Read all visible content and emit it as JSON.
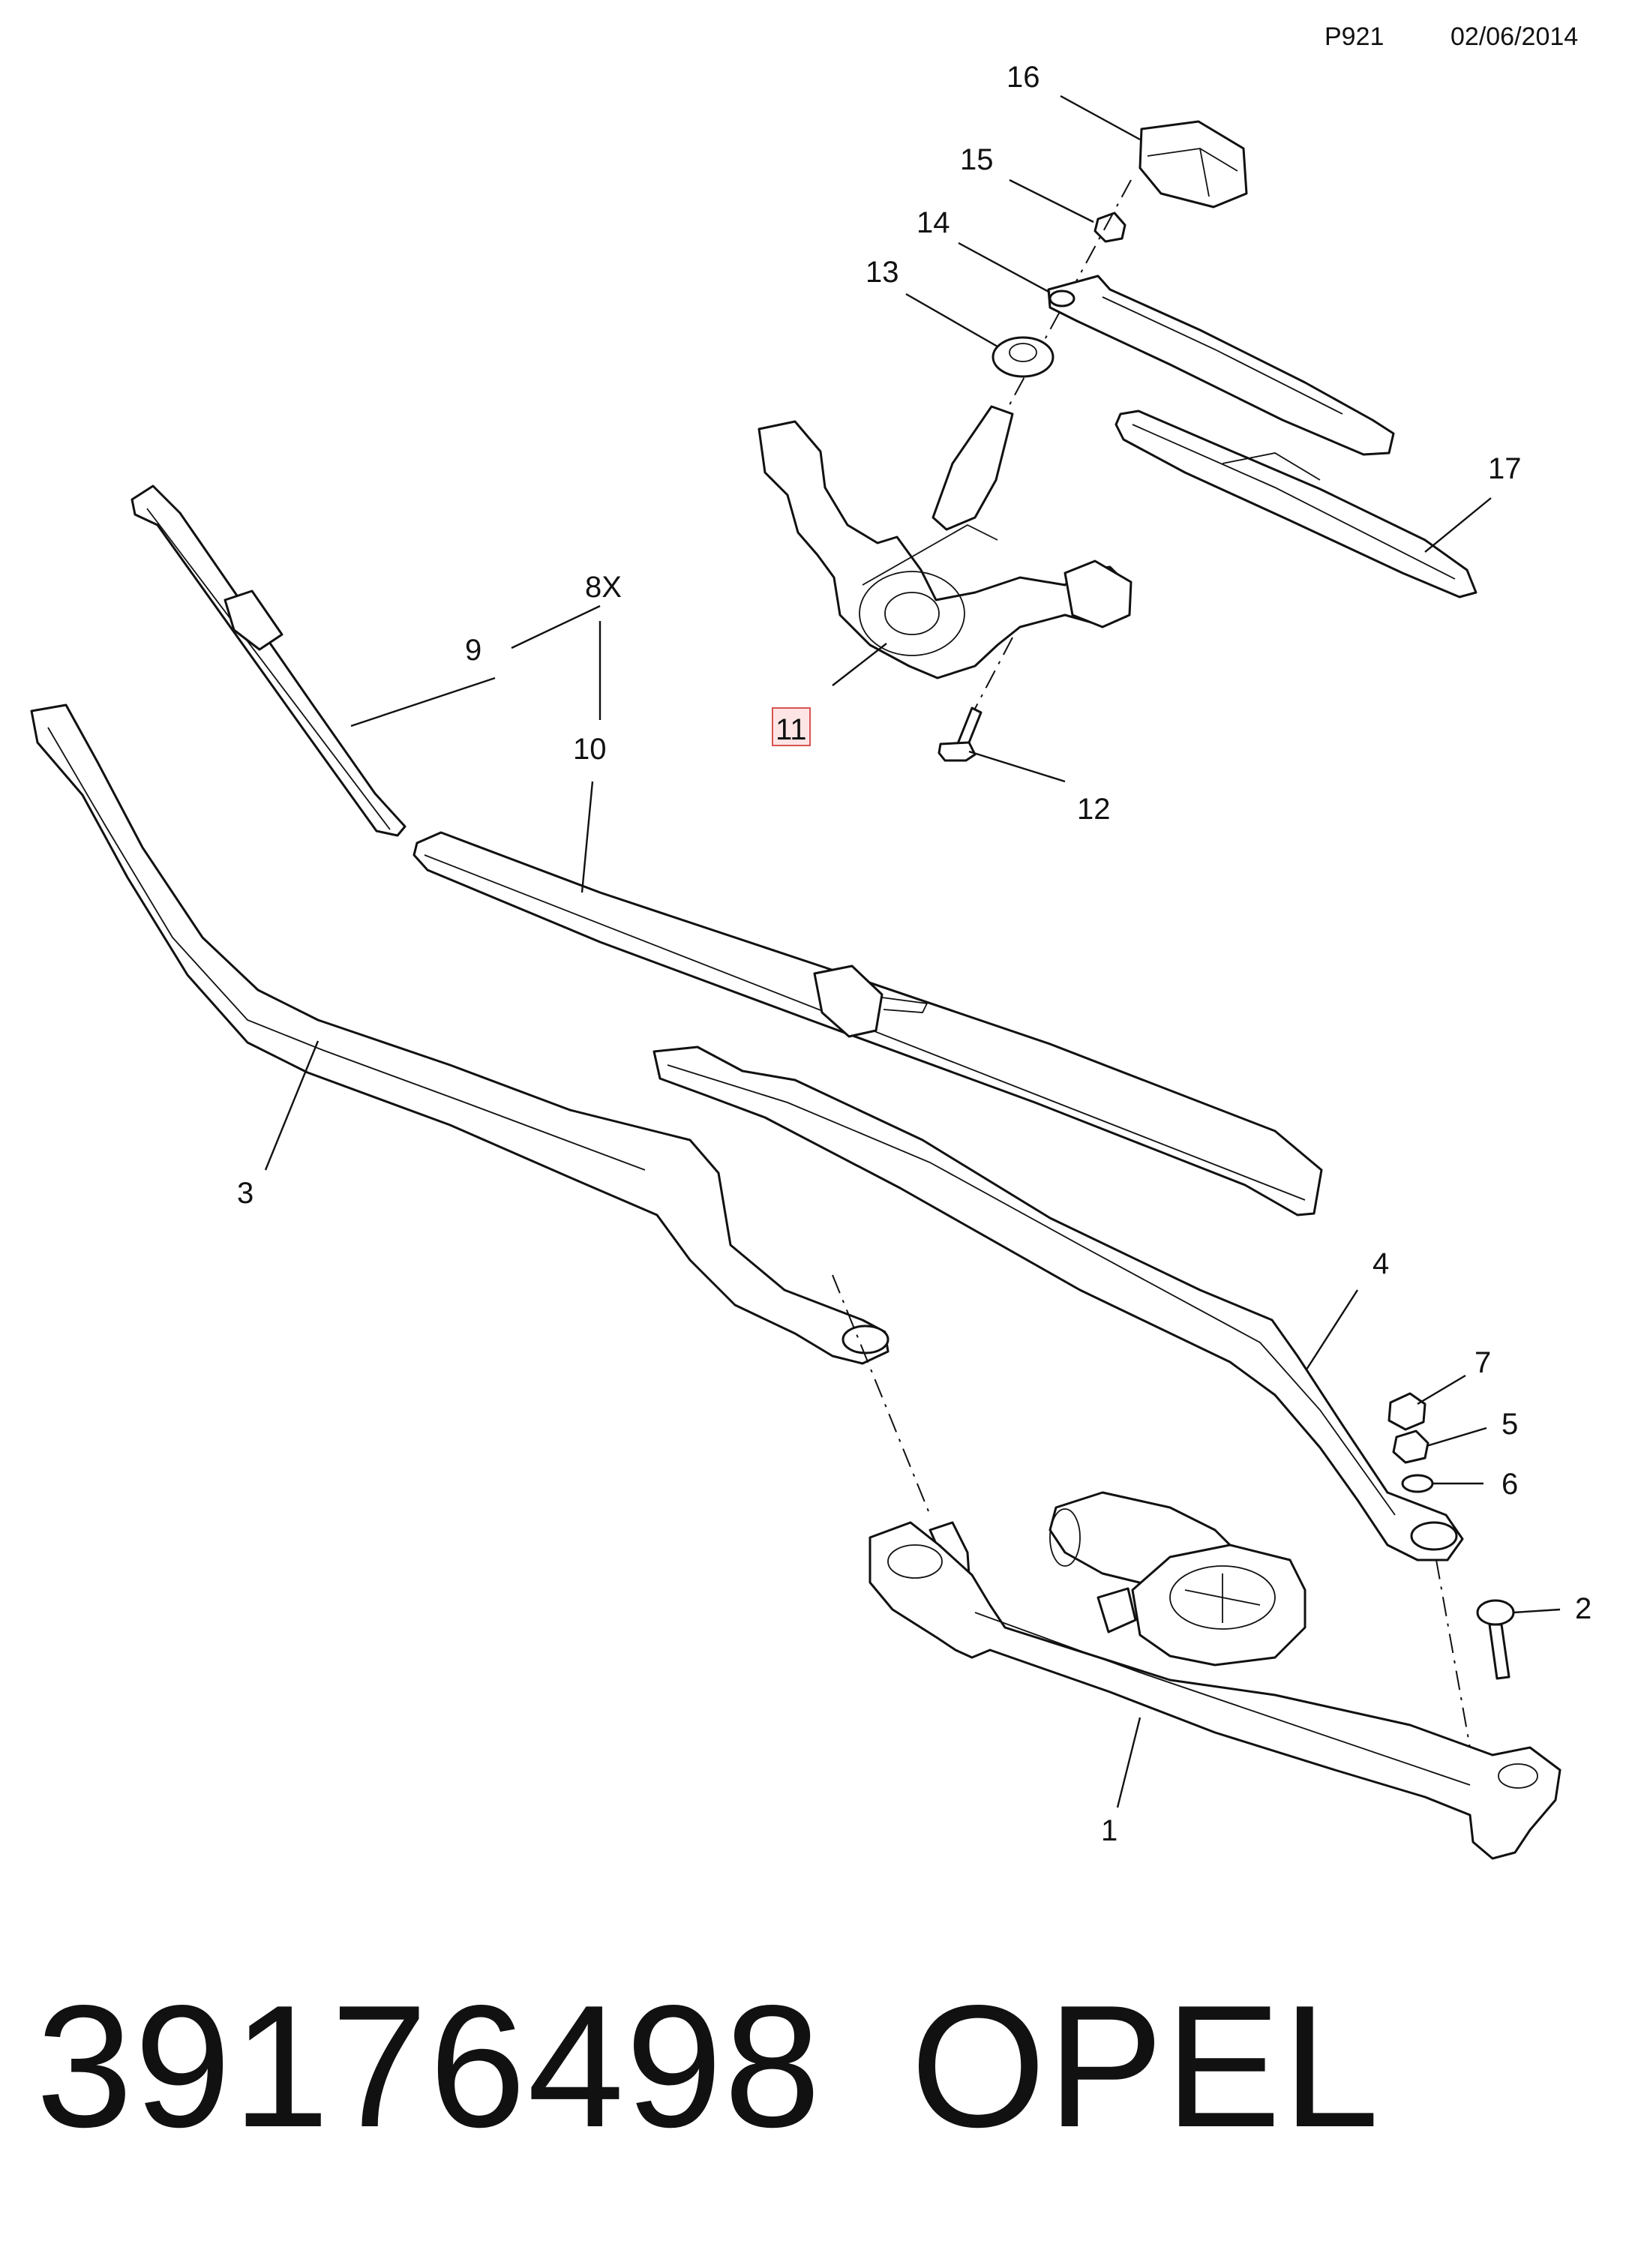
{
  "header": {
    "code": "P921",
    "date": "02/06/2014"
  },
  "highlight_color": "#d9534f",
  "callouts": [
    {
      "id": "c16",
      "text": "16"
    },
    {
      "id": "c15",
      "text": "15"
    },
    {
      "id": "c14",
      "text": "14"
    },
    {
      "id": "c13",
      "text": "13"
    },
    {
      "id": "c17",
      "text": "17"
    },
    {
      "id": "c8x",
      "text": "8X"
    },
    {
      "id": "c9",
      "text": "9"
    },
    {
      "id": "c10",
      "text": "10"
    },
    {
      "id": "c11",
      "text": "11",
      "highlighted": true
    },
    {
      "id": "c12",
      "text": "12"
    },
    {
      "id": "c3",
      "text": "3"
    },
    {
      "id": "c4",
      "text": "4"
    },
    {
      "id": "c7",
      "text": "7"
    },
    {
      "id": "c5",
      "text": "5"
    },
    {
      "id": "c6",
      "text": "6"
    },
    {
      "id": "c2",
      "text": "2"
    },
    {
      "id": "c1",
      "text": "1"
    }
  ],
  "footer": {
    "part_number": "39176498",
    "brand": "OPEL"
  }
}
